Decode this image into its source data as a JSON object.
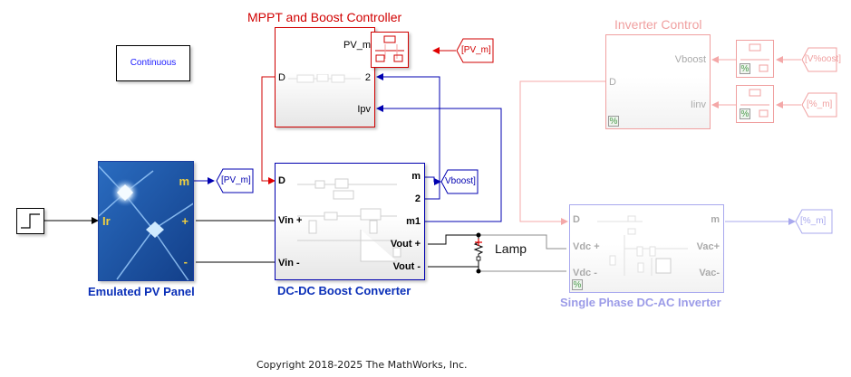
{
  "colors": {
    "controller_red": "#d10000",
    "signal_blue": "#0000b0",
    "inverter_control_faded": "#f0a0a0",
    "inverter_faded": "#9c9ce8",
    "wire_black": "#000000",
    "wire_gray": "#8c8c8c",
    "pv_text_yellow": "#f0d040",
    "block_label_blue": "#0a2fb8"
  },
  "solver": {
    "label": "Continuous"
  },
  "step_block": {
    "icon": "step-icon"
  },
  "pv_panel": {
    "title": "Emulated PV Panel",
    "ports": {
      "in": "Ir",
      "m": "m",
      "plus": "+",
      "minus": "-"
    }
  },
  "goto_pv_m": {
    "label": "[PV_m]"
  },
  "mppt": {
    "title": "MPPT and Boost Controller",
    "ports": {
      "d": "D",
      "pv_m": "PV_m",
      "two": "2",
      "ipv": "Ipv"
    },
    "from_tag": "[PV_m]"
  },
  "boost": {
    "title": "DC-DC Boost Converter",
    "ports": {
      "d": "D",
      "vin_plus": "Vin +",
      "vin_minus": "Vin -",
      "m": "m",
      "two": "2",
      "m1": "m1",
      "vout_plus": "Vout +",
      "vout_minus": "Vout -"
    }
  },
  "goto_vboost": {
    "label": "Vboost]"
  },
  "lamp": {
    "label": "Lamp"
  },
  "inverter_control": {
    "title": "Inverter Control",
    "ports": {
      "d": "D",
      "vboost": "Vboost",
      "iinv": "Iinv"
    },
    "from_tags": [
      "[V%oost]",
      "[%_m]"
    ],
    "comment_glyph": "%"
  },
  "inverter": {
    "title": "Single Phase DC-AC Inverter",
    "ports": {
      "d": "D",
      "vdc_plus": "Vdc +",
      "vdc_minus": "Vdc -",
      "m": "m",
      "vac_plus": "Vac+",
      "vac_minus": "Vac-"
    },
    "goto_tag": "[%_m]",
    "comment_glyph": "%"
  },
  "footer": {
    "copyright": "Copyright 2018-2025 The MathWorks, Inc."
  }
}
